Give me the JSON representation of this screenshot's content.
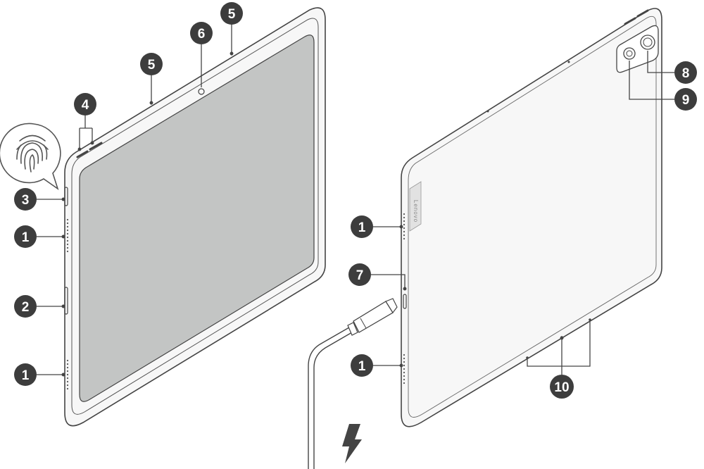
{
  "brand_logo": "Lenovo",
  "callouts": [
    {
      "id": "c1a",
      "label": "1"
    },
    {
      "id": "c1b",
      "label": "1"
    },
    {
      "id": "c1c",
      "label": "1"
    },
    {
      "id": "c1d",
      "label": "1"
    },
    {
      "id": "c2",
      "label": "2"
    },
    {
      "id": "c3",
      "label": "3"
    },
    {
      "id": "c4",
      "label": "4"
    },
    {
      "id": "c5a",
      "label": "5"
    },
    {
      "id": "c5b",
      "label": "5"
    },
    {
      "id": "c6",
      "label": "6"
    },
    {
      "id": "c7",
      "label": "7"
    },
    {
      "id": "c8",
      "label": "8"
    },
    {
      "id": "c9",
      "label": "9"
    },
    {
      "id": "c10",
      "label": "10"
    }
  ],
  "colors": {
    "outline": "#444444",
    "screen": "#c3c5c4",
    "callout_fill": "#3d3d3d",
    "callout_text": "#ffffff",
    "frame": "#f7f7f7"
  },
  "icons": [
    "fingerprint-icon",
    "charging-bolt-icon",
    "usb-c-cable-icon"
  ]
}
